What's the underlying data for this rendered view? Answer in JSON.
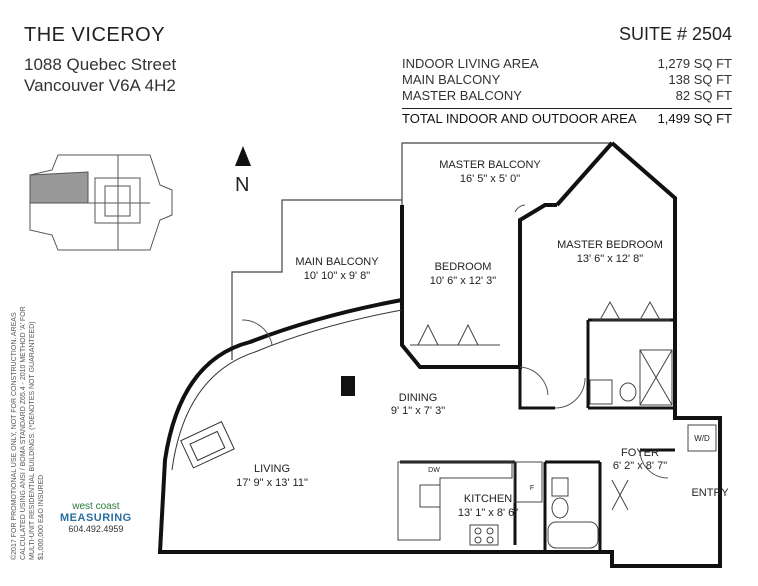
{
  "header": {
    "building_name": "THE VICEROY",
    "street": "1088 Quebec Street",
    "city": "Vancouver V6A 4H2",
    "suite": "SUITE # 2504"
  },
  "areas": [
    {
      "label": "INDOOR LIVING AREA",
      "value": "1,279 SQ FT"
    },
    {
      "label": "MAIN BALCONY",
      "value": "138 SQ FT"
    },
    {
      "label": "MASTER BALCONY",
      "value": "82 SQ FT"
    }
  ],
  "total": {
    "label": "TOTAL  INDOOR AND OUTDOOR AREA",
    "value": "1,499 SQ FT"
  },
  "compass": "N",
  "rooms": {
    "master_balcony": {
      "name": "MASTER BALCONY",
      "dims": "16' 5\" x 5' 0\""
    },
    "main_balcony": {
      "name": "MAIN BALCONY",
      "dims": "10' 10\" x 9' 8\""
    },
    "bedroom": {
      "name": "BEDROOM",
      "dims": "10' 6\" x 12' 3\""
    },
    "master_bedroom": {
      "name": "MASTER BEDROOM",
      "dims": "13' 6\" x 12' 8\""
    },
    "dining": {
      "name": "DINING",
      "dims": "9' 1\" x 7' 3\""
    },
    "living": {
      "name": "LIVING",
      "dims": "17' 9\" x 13' 11\""
    },
    "kitchen": {
      "name": "KITCHEN",
      "dims": "13' 1\" x 8' 6\""
    },
    "foyer": {
      "name": "FOYER",
      "dims": "6' 2\" x 8' 7\""
    }
  },
  "fixtures": {
    "washer_dryer": "W/D",
    "dishwasher": "DW",
    "fridge": "F"
  },
  "entry": "ENTRY",
  "disclaimer": "©2017 FOR PROMOTIONAL USE ONLY, NOT FOR CONSTRUCTION. AREAS CALCULATED USING ANSI / BOMA STANDARD Z65.4 - 2010 METHOD 'A' FOR MULTI-UNIT RESIDENTIAL BUILDINGS. (*DENOTES NOT GUARANTEED) $1,000,000 E&O INSURED",
  "brand": {
    "line1": "west coast",
    "line2": "MEASURING",
    "phone": "604.492.4959"
  }
}
